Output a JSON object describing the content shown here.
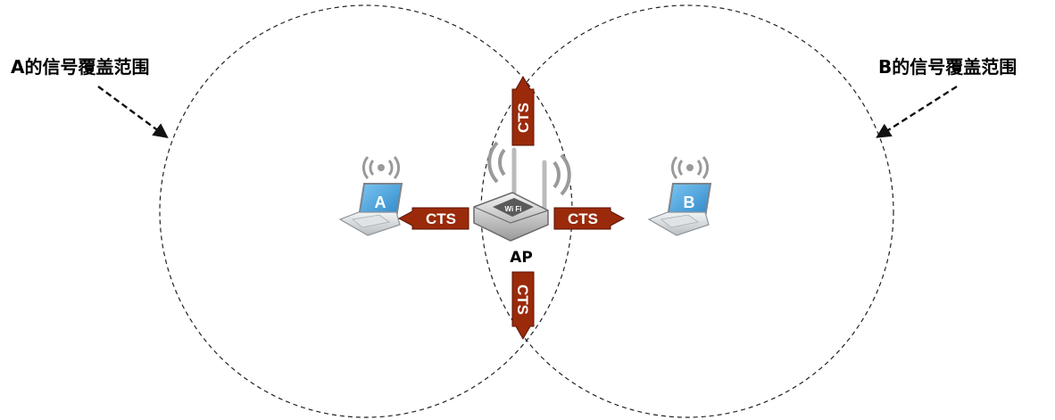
{
  "labels": {
    "coverage_a": "A的信号覆盖范围",
    "coverage_b": "B的信号覆盖范围",
    "ap": "AP"
  },
  "devices": {
    "laptop_a": {
      "letter": "A"
    },
    "laptop_b": {
      "letter": "B"
    },
    "router_badge": "Wi Fi"
  },
  "arrows": {
    "left": "CTS",
    "right": "CTS",
    "up": "CTS",
    "down": "CTS"
  },
  "colors": {
    "arrow_fill": "#9a2a0a",
    "arrow_stroke": "#5a1204",
    "laptop_screen": "#3fa0dd",
    "laptop_body": "#cfd3d6",
    "signal": "#9a9a9a",
    "circle_stroke": "#222222"
  }
}
